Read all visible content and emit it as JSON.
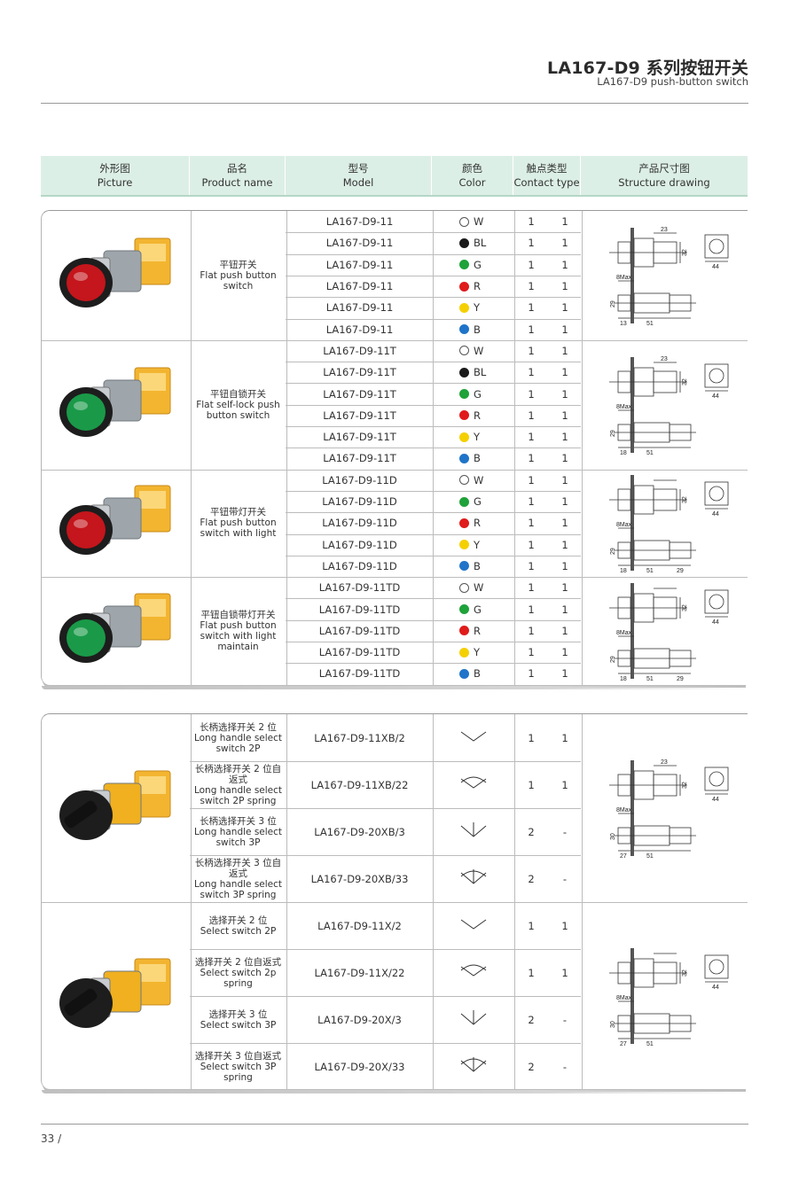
{
  "header": {
    "title": "LA167-D9 系列按钮开关",
    "subtitle": "LA167-D9 push-button switch",
    "page": "33 /"
  },
  "columns": [
    {
      "zh": "外形图",
      "en": "Picture"
    },
    {
      "zh": "品名",
      "en": "Product name"
    },
    {
      "zh": "型号",
      "en": "Model"
    },
    {
      "zh": "颜色",
      "en": "Color"
    },
    {
      "zh": "触点类型",
      "en": "Contact type"
    },
    {
      "zh": "产品尺寸图",
      "en": "Structure drawing"
    }
  ],
  "colors": {
    "W": "#ffffff",
    "BL": "#1a1a1a",
    "G": "#1fa23a",
    "R": "#e01b1b",
    "Y": "#f5d000",
    "B": "#1f74c9"
  },
  "groups": [
    {
      "name_zh": "平钮开关",
      "name_en": [
        "Flat push button",
        "switch"
      ],
      "button_color": "#c4161c",
      "rows": [
        {
          "model": "LA167-D9-11",
          "color": "W",
          "no": "1",
          "nc": "1"
        },
        {
          "model": "LA167-D9-11",
          "color": "BL",
          "no": "1",
          "nc": "1"
        },
        {
          "model": "LA167-D9-11",
          "color": "G",
          "no": "1",
          "nc": "1"
        },
        {
          "model": "LA167-D9-11",
          "color": "R",
          "no": "1",
          "nc": "1"
        },
        {
          "model": "LA167-D9-11",
          "color": "Y",
          "no": "1",
          "nc": "1"
        },
        {
          "model": "LA167-D9-11",
          "color": "B",
          "no": "1",
          "nc": "1"
        }
      ],
      "dims": {
        "a": "23",
        "b": "32",
        "c": "44",
        "d": "8Max",
        "e": "29",
        "f": "13",
        "g": "51",
        "h": ""
      }
    },
    {
      "name_zh": "平钮自锁开关",
      "name_en": [
        "Flat self-lock push",
        "button switch"
      ],
      "button_color": "#1a9a48",
      "rows": [
        {
          "model": "LA167-D9-11T",
          "color": "W",
          "no": "1",
          "nc": "1"
        },
        {
          "model": "LA167-D9-11T",
          "color": "BL",
          "no": "1",
          "nc": "1"
        },
        {
          "model": "LA167-D9-11T",
          "color": "G",
          "no": "1",
          "nc": "1"
        },
        {
          "model": "LA167-D9-11T",
          "color": "R",
          "no": "1",
          "nc": "1"
        },
        {
          "model": "LA167-D9-11T",
          "color": "Y",
          "no": "1",
          "nc": "1"
        },
        {
          "model": "LA167-D9-11T",
          "color": "B",
          "no": "1",
          "nc": "1"
        }
      ],
      "dims": {
        "a": "23",
        "b": "32",
        "c": "44",
        "d": "8Max",
        "e": "29",
        "f": "18",
        "g": "51",
        "h": ""
      }
    },
    {
      "name_zh": "平钮带灯开关",
      "name_en": [
        "Flat push button",
        "switch with light"
      ],
      "button_color": "#c4161c",
      "rows": [
        {
          "model": "LA167-D9-11D",
          "color": "W",
          "no": "1",
          "nc": "1"
        },
        {
          "model": "LA167-D9-11D",
          "color": "G",
          "no": "1",
          "nc": "1"
        },
        {
          "model": "LA167-D9-11D",
          "color": "R",
          "no": "1",
          "nc": "1"
        },
        {
          "model": "LA167-D9-11D",
          "color": "Y",
          "no": "1",
          "nc": "1"
        },
        {
          "model": "LA167-D9-11D",
          "color": "B",
          "no": "1",
          "nc": "1"
        }
      ],
      "dims": {
        "a": "",
        "b": "32",
        "c": "44",
        "d": "8Max",
        "e": "29",
        "f": "18",
        "g": "51",
        "h": "29"
      }
    },
    {
      "name_zh": "平钮自锁带灯开关",
      "name_en": [
        "Flat push button",
        "switch with light",
        "maintain"
      ],
      "button_color": "#1a9a48",
      "rows": [
        {
          "model": "LA167-D9-11TD",
          "color": "W",
          "no": "1",
          "nc": "1"
        },
        {
          "model": "LA167-D9-11TD",
          "color": "G",
          "no": "1",
          "nc": "1"
        },
        {
          "model": "LA167-D9-11TD",
          "color": "R",
          "no": "1",
          "nc": "1"
        },
        {
          "model": "LA167-D9-11TD",
          "color": "Y",
          "no": "1",
          "nc": "1"
        },
        {
          "model": "LA167-D9-11TD",
          "color": "B",
          "no": "1",
          "nc": "1"
        }
      ],
      "dims": {
        "a": "",
        "b": "32",
        "c": "44",
        "d": "8Max",
        "e": "29",
        "f": "18",
        "g": "51",
        "h": "29"
      }
    }
  ],
  "selectors": [
    {
      "rows": [
        {
          "zh": "长柄选择开关 2 位",
          "en": [
            "Long handle select",
            "switch 2P"
          ],
          "model": "LA167-D9-11XB/2",
          "sym": "v2",
          "no": "1",
          "nc": "1"
        },
        {
          "zh": "长柄选择开关 2 位自返式",
          "en": [
            "Long handle select",
            "switch 2P spring"
          ],
          "model": "LA167-D9-11XB/22",
          "sym": "v2s",
          "no": "1",
          "nc": "1"
        },
        {
          "zh": "长柄选择开关 3 位",
          "en": [
            "Long handle select",
            "switch 3P"
          ],
          "model": "LA167-D9-20XB/3",
          "sym": "v3",
          "no": "2",
          "nc": "-"
        },
        {
          "zh": "长柄选择开关 3 位自返式",
          "en": [
            "Long handle select",
            "switch 3P spring"
          ],
          "model": "LA167-D9-20XB/33",
          "sym": "v3s",
          "no": "2",
          "nc": "-"
        }
      ],
      "dims": {
        "a": "23",
        "b": "32",
        "c": "44",
        "d": "8Max",
        "e": "30",
        "f": "27",
        "g": "51"
      }
    },
    {
      "rows": [
        {
          "zh": "选择开关 2 位",
          "en": [
            "Select switch 2P"
          ],
          "model": "LA167-D9-11X/2",
          "sym": "v2",
          "no": "1",
          "nc": "1"
        },
        {
          "zh": "选择开关 2 位自返式",
          "en": [
            "Select switch 2p",
            "spring"
          ],
          "model": "LA167-D9-11X/22",
          "sym": "v2s",
          "no": "1",
          "nc": "1"
        },
        {
          "zh": "选择开关 3 位",
          "en": [
            "Select switch 3P"
          ],
          "model": "LA167-D9-20X/3",
          "sym": "v3",
          "no": "2",
          "nc": "-"
        },
        {
          "zh": "选择开关 3 位自返式",
          "en": [
            "Select  switch 3P",
            "spring"
          ],
          "model": "LA167-D9-20X/33",
          "sym": "v3s",
          "no": "2",
          "nc": "-"
        }
      ],
      "dims": {
        "a": "",
        "b": "32",
        "c": "44",
        "d": "8Max",
        "e": "30",
        "f": "27",
        "g": "51"
      }
    }
  ]
}
